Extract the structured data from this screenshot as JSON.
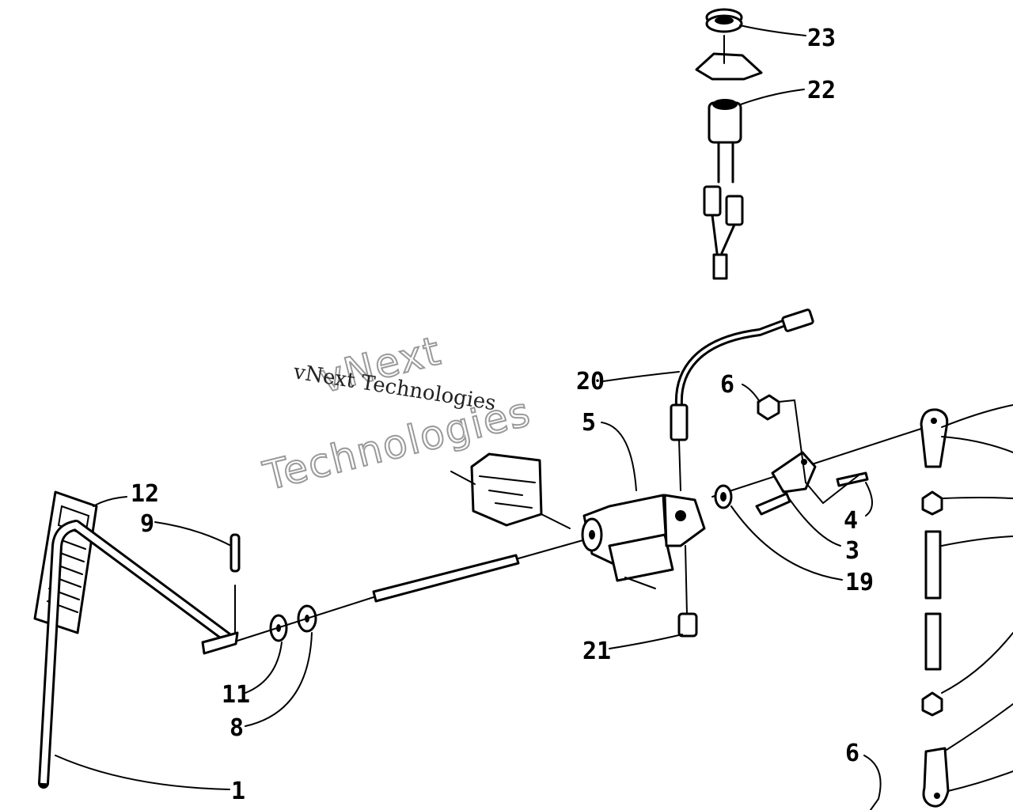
{
  "callouts": {
    "c1": "1",
    "c3": "3",
    "c4": "4",
    "c5": "5",
    "c6a": "6",
    "c6b": "6",
    "c8": "8",
    "c9": "9",
    "c11": "11",
    "c12": "12",
    "c19": "19",
    "c20": "20",
    "c21": "21",
    "c22": "22",
    "c23": "23"
  },
  "watermark": {
    "small": "vNext Technologies",
    "line1": "vNext",
    "line2": "Technologies"
  }
}
